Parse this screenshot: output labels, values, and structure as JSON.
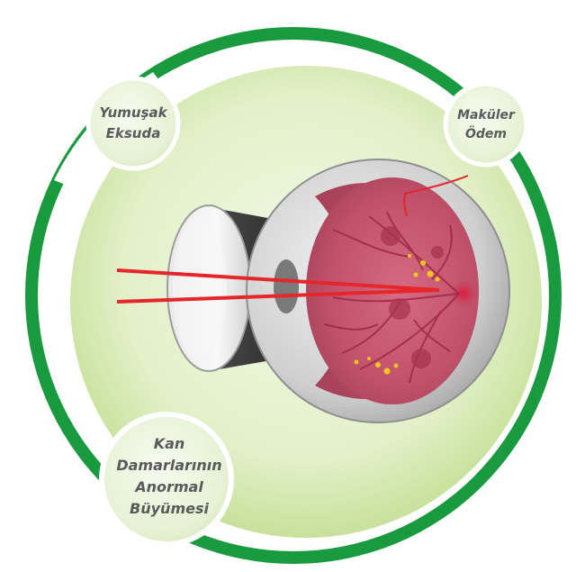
{
  "labels": {
    "soft_exudate": [
      "Yumuşak",
      "Eksuda"
    ],
    "macular_edema": [
      "Maküler",
      "Ödem"
    ],
    "neovascularization": [
      "Kan",
      "Damarlarının",
      "Anormal",
      "Büyümesi"
    ]
  },
  "colors": {
    "ring_green": "#1a9a3e",
    "inner_green_light": "#eef6dc",
    "inner_green_dark": "#cfe6a6",
    "bubble_fill": "#eaf4dc",
    "retina": "#c2566e",
    "vessel": "#a23048",
    "laser": "#e5262b",
    "exudate": "#f3c51f",
    "eye_gray": "#cfcfcf",
    "label_text": "#5a5a5a"
  },
  "icons": {
    "eye": "eyeball-cross-section-icon",
    "lens": "lens-cone-icon"
  }
}
